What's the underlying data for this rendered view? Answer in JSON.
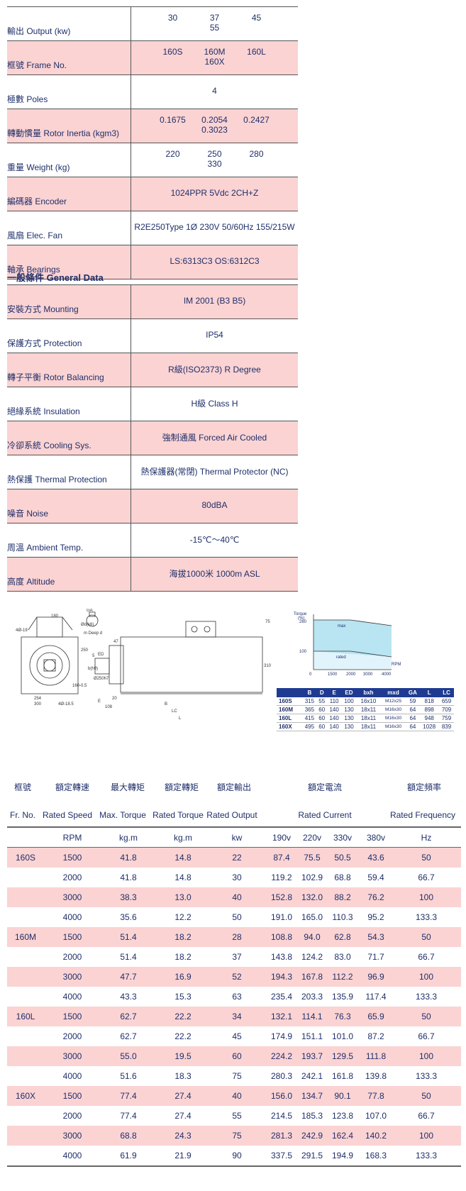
{
  "spec_rows": [
    {
      "label": "輸出 Output (kw)",
      "values": [
        "30",
        "37",
        "45",
        "55"
      ],
      "pink": false
    },
    {
      "label": "框號 Frame No.",
      "values": [
        "160S",
        "160M",
        "160L",
        "160X"
      ],
      "pink": true
    },
    {
      "label": "極數 Poles",
      "single": "4",
      "pink": false
    },
    {
      "label": "轉動慣量 Rotor Inertia (kgm3)",
      "values": [
        "0.1675",
        "0.2054",
        "0.2427",
        "0.3023"
      ],
      "pink": true
    },
    {
      "label": "重量 Weight (kg)",
      "values": [
        "220",
        "250",
        "280",
        "330"
      ],
      "pink": false
    },
    {
      "label": "編碼器 Encoder",
      "single": "1024PPR 5Vdc 2CH+Z",
      "pink": true
    },
    {
      "label": "風扇 Elec. Fan",
      "single": "R2E250Type 1Ø 230V 50/60Hz 155/215W",
      "pink": false
    },
    {
      "label": "軸承 Bearings",
      "single": "LS:6313C3      OS:6312C3",
      "pink": true
    }
  ],
  "general_title": "一般條件 General Data",
  "general_rows": [
    {
      "label": "安裝方式 Mounting",
      "value": "IM 2001 (B3   B5)",
      "pink": true
    },
    {
      "label": "保護方式 Protection",
      "value": "IP54",
      "pink": false
    },
    {
      "label": "轉子平衡 Rotor Balancing",
      "value": "R級(ISO2373)  R Degree",
      "pink": true
    },
    {
      "label": "絕緣系統 Insulation",
      "value": "H級   Class H",
      "pink": false
    },
    {
      "label": "冷卻系統 Cooling Sys.",
      "value": "強制通風  Forced Air Cooled",
      "pink": true
    },
    {
      "label": "熱保護 Thermal Protection",
      "value": "熱保護器(常閉)  Thermal Protector (NC)",
      "pink": false
    },
    {
      "label": "噪音 Noise",
      "value": "80dBA",
      "pink": true
    },
    {
      "label": "周溫 Ambient Temp.",
      "value": "-15℃～40℃",
      "pink": false
    },
    {
      "label": "高度 Altitude",
      "value": "海拔1000米  1000m ASL",
      "pink": true
    }
  ],
  "drawing_labels": {
    "d180": "180",
    "d419": "4Ø-19",
    "d250": "250",
    "d254": "254",
    "d300": "300",
    "d185": "4Ø-18.5",
    "d1600": "160-0.5",
    "ga": "GA",
    "phi_d": "Ød(k6)",
    "deep": "m Deep d",
    "n47": "47",
    "n5": "5",
    "ed": "ED",
    "e": "E",
    "bxh": "b(h9)",
    "phi_d2": "Ø250h7",
    "n108": "108",
    "n20": "20",
    "b": "B",
    "lc": "LC",
    "l": "L",
    "n75": "75",
    "n310": "310"
  },
  "torque_chart": {
    "ylabel_line1": "Torque",
    "ylabel_line2": "(%)",
    "y260": "260",
    "y100": "100",
    "y0": "0",
    "x1500": "1500",
    "x2000": "2000",
    "x3000": "3000",
    "x4000": "4000",
    "xlabel": "RPM",
    "max_label": "max",
    "rated_label": "rated"
  },
  "dim_table": {
    "headers": [
      "B",
      "D",
      "E",
      "ED",
      "bxh",
      "mxd",
      "GA",
      "L",
      "LC"
    ],
    "rows": [
      [
        "160S",
        "315",
        "55",
        "110",
        "100",
        "16x10",
        "M12x25",
        "59",
        "818",
        "659"
      ],
      [
        "160M",
        "365",
        "60",
        "140",
        "130",
        "18x11",
        "M16x30",
        "64",
        "898",
        "709"
      ],
      [
        "160L",
        "415",
        "60",
        "140",
        "130",
        "18x11",
        "M16x30",
        "64",
        "948",
        "759"
      ],
      [
        "160X",
        "495",
        "60",
        "140",
        "130",
        "18x11",
        "M16x30",
        "64",
        "1028",
        "839"
      ]
    ]
  },
  "rating_headers_zh": {
    "frame": "框號",
    "speed": "額定轉速",
    "maxtorque": "最大轉矩",
    "torque": "額定轉矩",
    "output": "額定輸出",
    "current": "額定電流",
    "freq": "額定頻率"
  },
  "rating_headers_en": {
    "frame": "Fr. No.",
    "speed": "Rated Speed",
    "maxtorque": "Max. Torque",
    "torque": "Rated Torque",
    "output": "Rated Output",
    "current": "Rated Current",
    "freq": "Rated Frequency"
  },
  "rating_units": [
    "",
    "RPM",
    "kg.m",
    "kg.m",
    "kw",
    "190v",
    "220v",
    "330v",
    "380v",
    "Hz"
  ],
  "rating_rows": [
    [
      "160S",
      "1500",
      "41.8",
      "14.8",
      "22",
      "87.4",
      "75.5",
      "50.5",
      "43.6",
      "50"
    ],
    [
      "",
      "2000",
      "41.8",
      "14.8",
      "30",
      "119.2",
      "102.9",
      "68.8",
      "59.4",
      "66.7"
    ],
    [
      "",
      "3000",
      "38.3",
      "13.0",
      "40",
      "152.8",
      "132.0",
      "88.2",
      "76.2",
      "100"
    ],
    [
      "",
      "4000",
      "35.6",
      "12.2",
      "50",
      "191.0",
      "165.0",
      "110.3",
      "95.2",
      "133.3"
    ],
    [
      "160M",
      "1500",
      "51.4",
      "18.2",
      "28",
      "108.8",
      "94.0",
      "62.8",
      "54.3",
      "50"
    ],
    [
      "",
      "2000",
      "51.4",
      "18.2",
      "37",
      "143.8",
      "124.2",
      "83.0",
      "71.7",
      "66.7"
    ],
    [
      "",
      "3000",
      "47.7",
      "16.9",
      "52",
      "194.3",
      "167.8",
      "112.2",
      "96.9",
      "100"
    ],
    [
      "",
      "4000",
      "43.3",
      "15.3",
      "63",
      "235.4",
      "203.3",
      "135.9",
      "117.4",
      "133.3"
    ],
    [
      "160L",
      "1500",
      "62.7",
      "22.2",
      "34",
      "132.1",
      "114.1",
      "76.3",
      "65.9",
      "50"
    ],
    [
      "",
      "2000",
      "62.7",
      "22.2",
      "45",
      "174.9",
      "151.1",
      "101.0",
      "87.2",
      "66.7"
    ],
    [
      "",
      "3000",
      "55.0",
      "19.5",
      "60",
      "224.2",
      "193.7",
      "129.5",
      "111.8",
      "100"
    ],
    [
      "",
      "4000",
      "51.6",
      "18.3",
      "75",
      "280.3",
      "242.1",
      "161.8",
      "139.8",
      "133.3"
    ],
    [
      "160X",
      "1500",
      "77.4",
      "27.4",
      "40",
      "156.0",
      "134.7",
      "90.1",
      "77.8",
      "50"
    ],
    [
      "",
      "2000",
      "77.4",
      "27.4",
      "55",
      "214.5",
      "185.3",
      "123.8",
      "107.0",
      "66.7"
    ],
    [
      "",
      "3000",
      "68.8",
      "24.3",
      "75",
      "281.3",
      "242.9",
      "162.4",
      "140.2",
      "100"
    ],
    [
      "",
      "4000",
      "61.9",
      "21.9",
      "90",
      "337.5",
      "291.5",
      "194.9",
      "168.3",
      "133.3"
    ]
  ]
}
